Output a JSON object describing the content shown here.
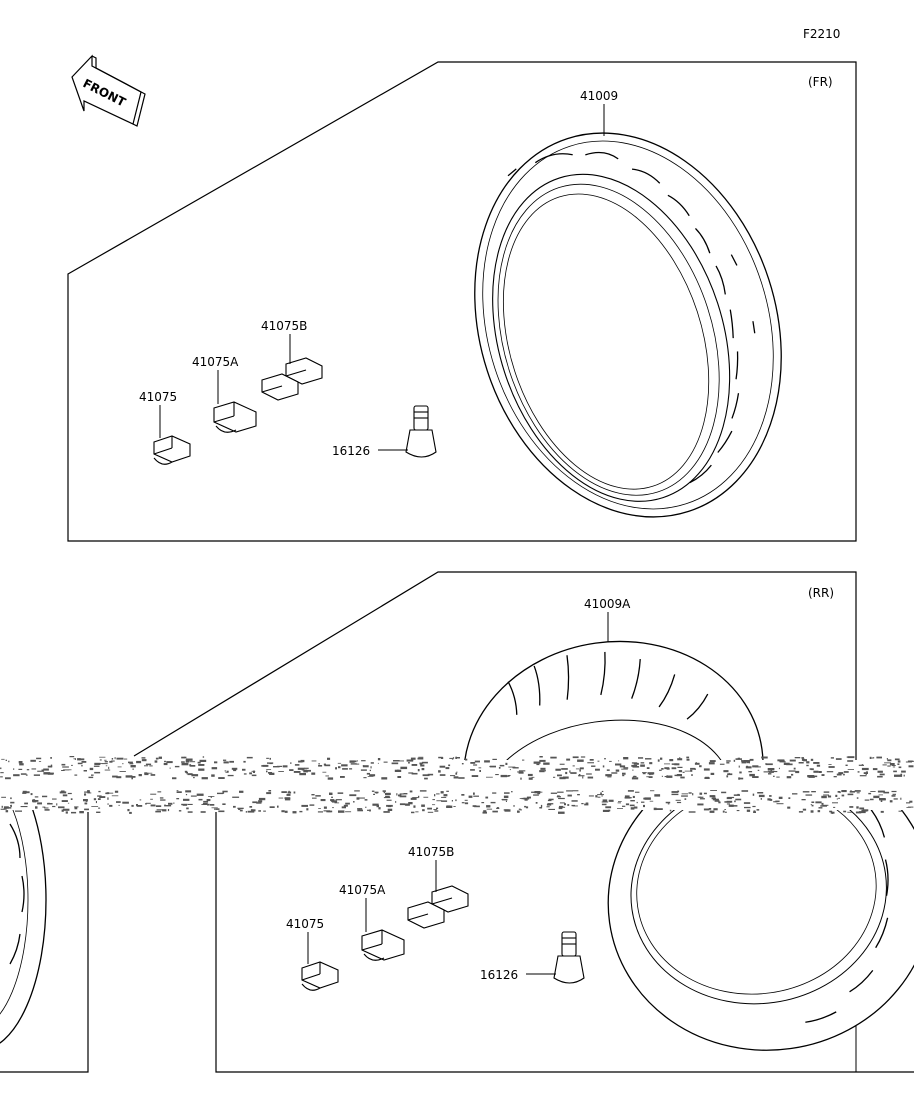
{
  "figure_code": "F2210",
  "front_arrow": {
    "text": "FRONT",
    "icon": "front-direction-arrow-icon"
  },
  "front_panel": {
    "position_label": "(FR)",
    "parts": [
      {
        "number": "41009",
        "name_hint": "tire"
      },
      {
        "number": "41075B",
        "name_hint": "balance-weight"
      },
      {
        "number": "41075A",
        "name_hint": "balance-weight"
      },
      {
        "number": "41075",
        "name_hint": "balance-weight"
      },
      {
        "number": "16126",
        "name_hint": "valve"
      }
    ]
  },
  "rear_panel": {
    "position_label": "(RR)",
    "parts": [
      {
        "number": "41009A",
        "name_hint": "tire"
      },
      {
        "number": "41075B",
        "name_hint": "balance-weight"
      },
      {
        "number": "41075A",
        "name_hint": "balance-weight"
      },
      {
        "number": "41075",
        "name_hint": "balance-weight"
      },
      {
        "number": "16126",
        "name_hint": "valve"
      }
    ]
  },
  "colors": {
    "line": "#000000",
    "background": "#ffffff",
    "noise": "#555555"
  }
}
